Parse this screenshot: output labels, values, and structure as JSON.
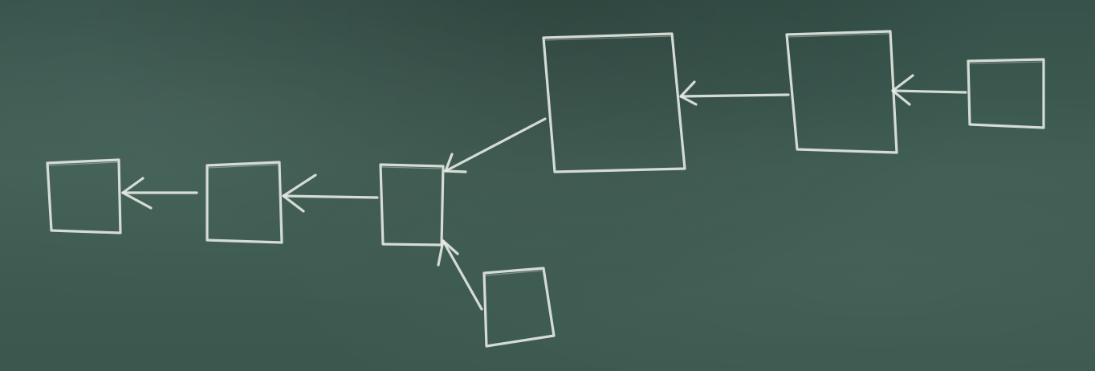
{
  "diagram": {
    "style": "chalkboard",
    "background_color": "#3d5b51",
    "chalk_color": "#e6eae4",
    "nodes": [
      "node-1",
      "node-2",
      "node-3",
      "node-4",
      "node-5",
      "node-6",
      "node-7"
    ],
    "edges": [
      {
        "from": "node-7",
        "to": "node-6"
      },
      {
        "from": "node-6",
        "to": "node-5"
      },
      {
        "from": "node-5",
        "to": "node-3"
      },
      {
        "from": "node-4",
        "to": "node-3"
      },
      {
        "from": "node-3",
        "to": "node-2"
      },
      {
        "from": "node-2",
        "to": "node-1"
      }
    ]
  }
}
